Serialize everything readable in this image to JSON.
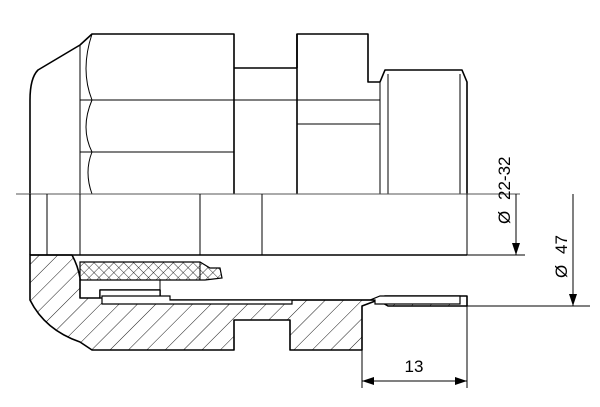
{
  "drawing": {
    "dimensions": {
      "cable_range": {
        "label": "22-32",
        "symbol": "Ø"
      },
      "outer_diameter": {
        "label": "47",
        "symbol": "Ø"
      },
      "thread_length": {
        "label": "13"
      }
    },
    "colors": {
      "line": "#000000",
      "background": "#ffffff"
    }
  }
}
